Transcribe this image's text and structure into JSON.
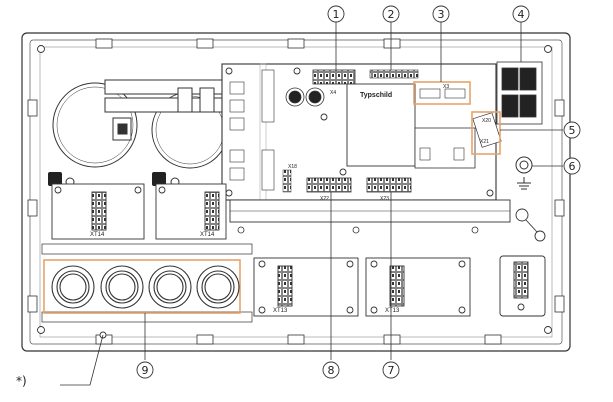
{
  "callouts": [
    "1",
    "2",
    "3",
    "4",
    "5",
    "6",
    "7",
    "8",
    "9"
  ],
  "board_labels": {
    "typeschild": "Typschild",
    "x3": "X3",
    "x4": "X4",
    "x18": "X18",
    "x20": "X20",
    "x21": "X21",
    "x22": "X22",
    "x23": "X23",
    "xt14_left": "XT14",
    "xt14_right": "XT14",
    "xt13_left": "XT13",
    "xt13_right": "XT13"
  },
  "footnote": "*)",
  "accent_color": "#e8a36b"
}
